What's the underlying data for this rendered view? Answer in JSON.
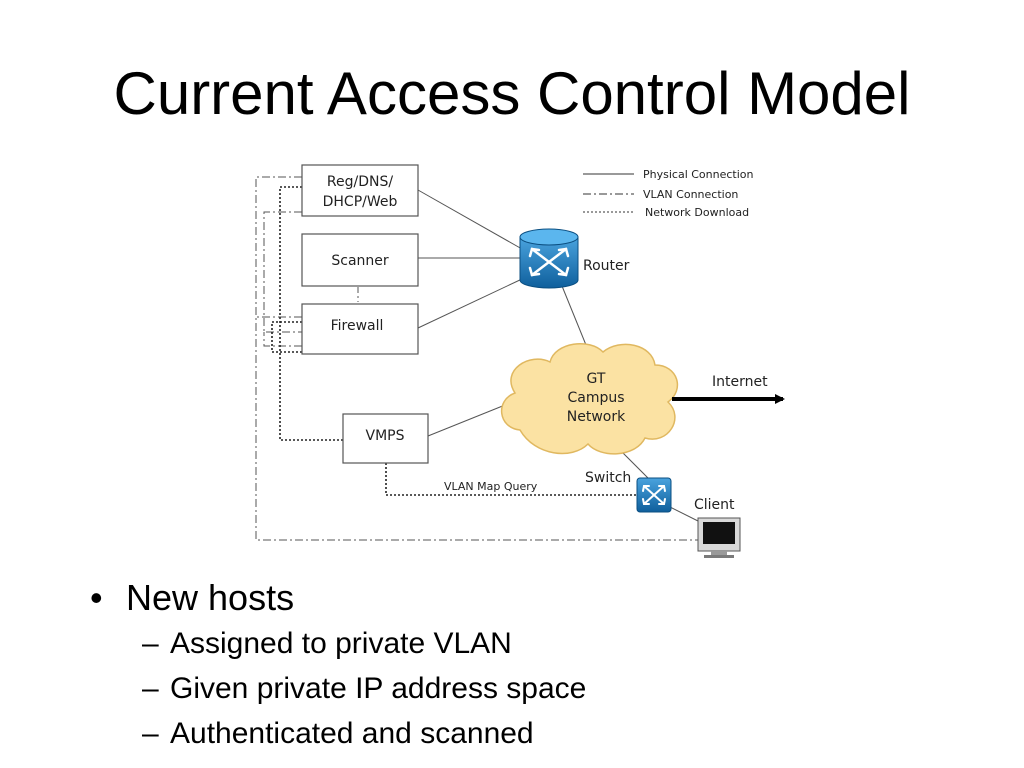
{
  "slide": {
    "title": "Current Access Control Model"
  },
  "diagram": {
    "boxes": {
      "reg_line1": "Reg/DNS/",
      "reg_line2": "DHCP/Web",
      "scanner": "Scanner",
      "firewall": "Firewall",
      "vmps": "VMPS"
    },
    "router_label": "Router",
    "cloud": {
      "line1": "GT",
      "line2": "Campus",
      "line3": "Network"
    },
    "internet_label": "Internet",
    "switch_label": "Switch",
    "client_label": "Client",
    "vlan_map_query": "VLAN Map Query",
    "legend": [
      {
        "label": "Physical Connection",
        "style": "solid"
      },
      {
        "label": "VLAN Connection",
        "style": "dash-dot"
      },
      {
        "label": "Network Download",
        "style": "dotted"
      }
    ],
    "colors": {
      "cloud_fill": "#fbe2a3",
      "cloud_stroke": "#e0b860",
      "router_blue": "#1477b8",
      "line_gray": "#555555"
    }
  },
  "bullets": {
    "main": "New hosts",
    "sub": [
      "Assigned to private VLAN",
      "Given private IP address space",
      "Authenticated and scanned"
    ]
  }
}
